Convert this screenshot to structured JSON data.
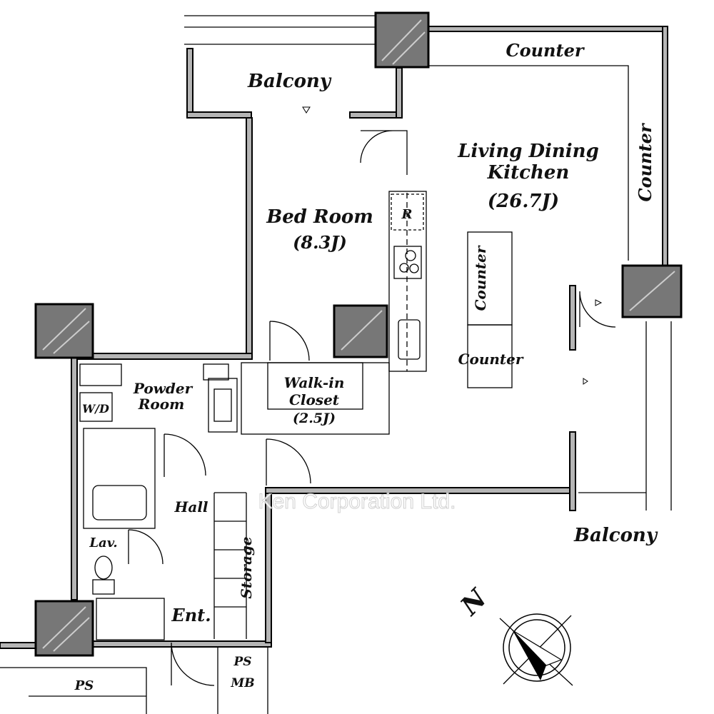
{
  "title": "Floor plan",
  "rooms": {
    "balcony_top": "Balcony",
    "counter_top": "Counter",
    "counter_right": "Counter",
    "ldk_line1": "Living Dining",
    "ldk_line2": "Kitchen",
    "ldk_size": "(26.7J)",
    "bedroom": "Bed Room",
    "bedroom_size": "(8.3J)",
    "refrigerator": "R",
    "counter_island_vertical": "Counter",
    "counter_island": "Counter",
    "walkin_line1": "Walk-in",
    "walkin_line2": "Closet",
    "walkin_size": "(2.5J)",
    "powder_line1": "Powder",
    "powder_line2": "Room",
    "washer_dryer": "W/D",
    "hall": "Hall",
    "lav": "Lav.",
    "storage": "Storage",
    "entrance": "Ent.",
    "ps_left": "PS",
    "ps_mb_line1": "PS",
    "ps_mb_line2": "MB",
    "balcony_bottom": "Balcony"
  },
  "compass": {
    "label": "N"
  },
  "watermark": "Ken Corporation Ltd."
}
